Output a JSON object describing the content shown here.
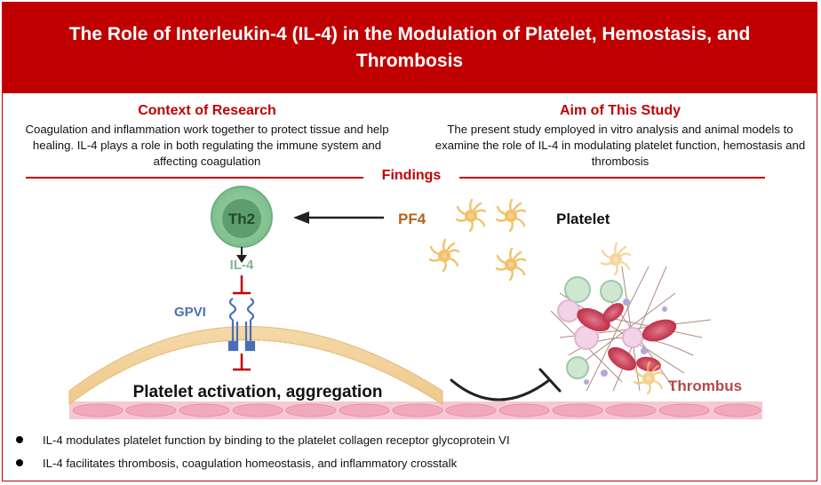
{
  "title": "The Role of Interleukin-4 (IL-4) in the Modulation of Platelet, Hemostasis, and Thrombosis",
  "context": {
    "heading": "Context of Research",
    "text": "Coagulation and inflammation work together to protect tissue and help healing. IL-4 plays a role in both regulating the immune system and affecting coagulation"
  },
  "aim": {
    "heading": "Aim of This Study",
    "text": "The present study employed in vitro analysis and animal models to examine the role of IL-4 in modulating platelet function, hemostasis and thrombosis"
  },
  "findings": {
    "heading": "Findings",
    "th2_label": "Th2",
    "il4_label": "IL-4",
    "gpvi_label": "GPVI",
    "pf4_label": "PF4",
    "platelet_label": "Platelet",
    "activation_label": "Platelet activation, aggregation",
    "thrombus_label": "Thrombus"
  },
  "bullets": [
    "IL-4 modulates platelet function by binding to the platelet collagen receptor glycoprotein VI",
    "IL-4 facilitates thrombosis, coagulation homeostasis, and inflammatory crosstalk"
  ],
  "colors": {
    "accent": "#c00000",
    "th2": "#3f8f5a",
    "il4": "#7fb88f",
    "gpvi": "#4b6fb5",
    "pf4": "#b5651d",
    "thrombus": "#b24a4a"
  }
}
